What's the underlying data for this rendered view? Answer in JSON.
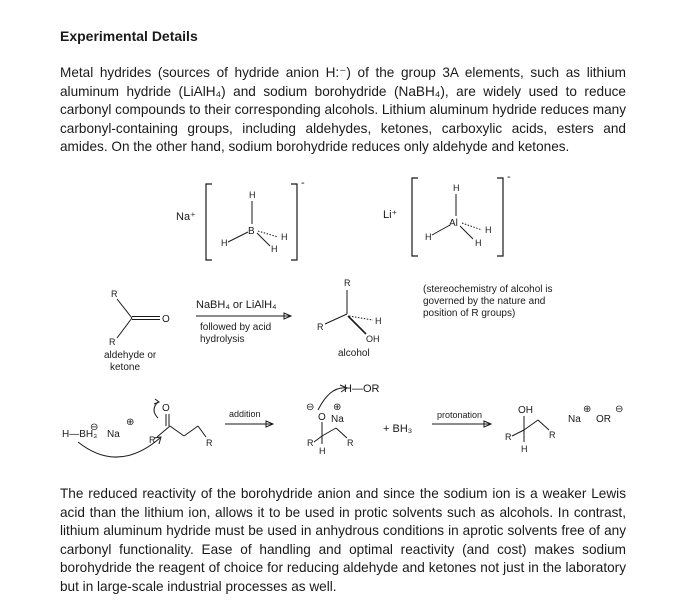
{
  "heading": "Experimental Details",
  "paragraph1": "Metal hydrides (sources of hydride anion H:⁻) of the group 3A elements, such as lithium aluminum hydride (LiAlH₄) and sodium borohydride (NaBH₄), are widely used to reduce carbonyl compounds to their corresponding alcohols. Lithium aluminum hydride reduces many carbonyl-containing groups, including aldehydes, ketones, carboxylic acids, esters and amides. On the other hand, sodium borohydride reduces only aldehyde and ketones.",
  "paragraph2": "The reduced reactivity of the borohydride anion and since the sodium ion is a weaker Lewis acid than the lithium ion, allows it to be used in protic solvents such as alcohols. In contrast, lithium aluminum hydride must be used in anhydrous conditions in aprotic solvents free of any carbonyl functionality. Ease of handling and optimal reactivity (and cost) makes sodium borohydride the reagent of choice for reducing aldehyde and ketones not just in the laboratory but in large-scale industrial processes as well.",
  "scheme": {
    "na_plus": "Na⁺",
    "li_plus": "Li⁺",
    "boron": "B",
    "aluminum": "Al",
    "hydrogen": "H",
    "r_group": "R",
    "oxygen": "O",
    "oh": "OH",
    "minus": "-",
    "reagent_top": "NaBH₄ or LiAlH₄",
    "reagent_bottom_1": "followed by acid",
    "reagent_bottom_2": "hydrolysis",
    "substrate_label_1": "aldehyde or",
    "substrate_label_2": "ketone",
    "product_label": "alcohol",
    "note_1": "(stereochemistry of alcohol is",
    "note_2": "governed by the nature and",
    "note_3": "position of R groups)",
    "hbh3": "H—BH₃",
    "na": "Na",
    "addition": "addition",
    "h_or": "H—OR",
    "plus_bh3": "+ BH₃",
    "protonation": "protonation",
    "or_minus": "OR",
    "circle_plus": "⊕",
    "circle_minus": "⊖"
  }
}
